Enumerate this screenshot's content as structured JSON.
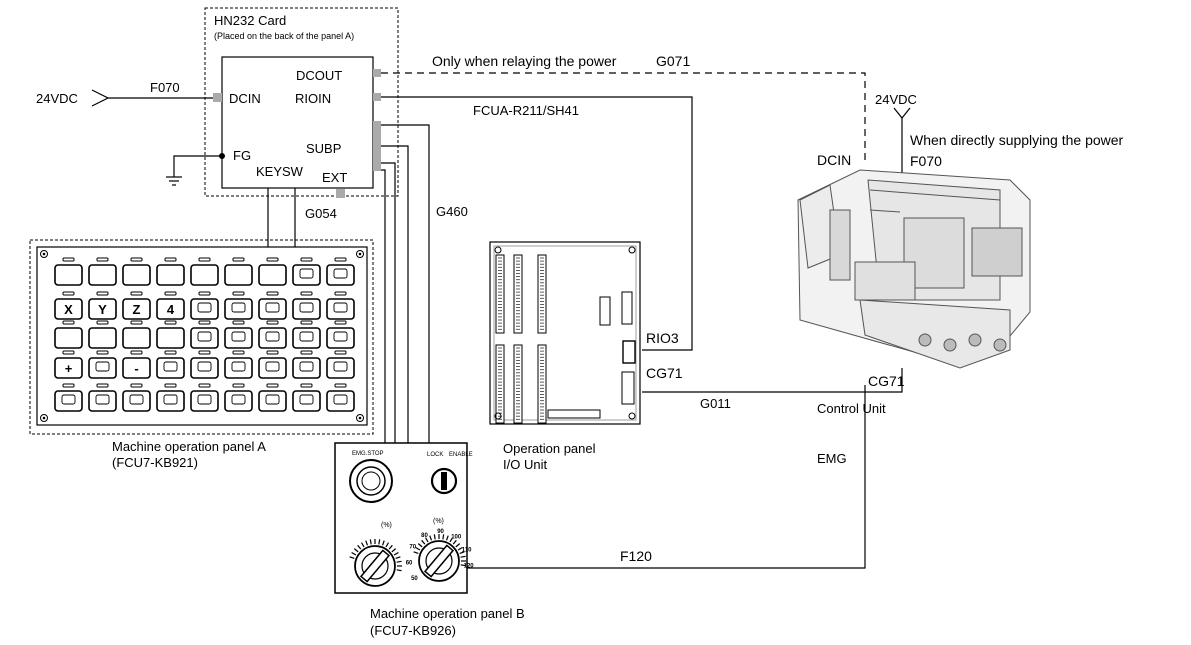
{
  "card": {
    "title": "HN232 Card",
    "subtitle": "(Placed on the back of the panel A)",
    "ports": {
      "dcout": "DCOUT",
      "rioin": "RIOIN",
      "dcin": "DCIN",
      "fg": "FG",
      "subp": "SUBP",
      "keysw": "KEYSW",
      "ext": "EXT"
    }
  },
  "power_in": {
    "voltage": "24VDC",
    "cable": "F070"
  },
  "relay_note": "Only when relaying the power",
  "cables": {
    "g071": "G071",
    "fcua": "FCUA-R211/SH41",
    "g054": "G054",
    "g460": "G460",
    "g011": "G011",
    "f120": "F120"
  },
  "direct_power": {
    "voltage": "24VDC",
    "note": "When directly supplying the power",
    "cable": "F070"
  },
  "control_unit": {
    "dcin": "DCIN",
    "cg71": "CG71",
    "label": "Control Unit",
    "emg": "EMG"
  },
  "io_unit": {
    "rio3": "RIO3",
    "cg71": "CG71",
    "label_line1": "Operation panel",
    "label_line2": "I/O Unit"
  },
  "panel_a": {
    "label_line1": "Machine operation panel A",
    "label_line2": "(FCU7-KB921)",
    "keys": [
      "X",
      "Y",
      "Z",
      "4",
      "+",
      "-"
    ]
  },
  "panel_b": {
    "label_line1": "Machine operation panel B",
    "label_line2": "(FCU7-KB926)",
    "emg_stop": "EMG.STOP",
    "lock": "LOCK",
    "enable": "ENABLE",
    "spindle_unit": "(%)",
    "feed_unit": "(%)",
    "dial_scale": [
      "50",
      "60",
      "70",
      "80",
      "90",
      "100",
      "110",
      "120"
    ]
  }
}
